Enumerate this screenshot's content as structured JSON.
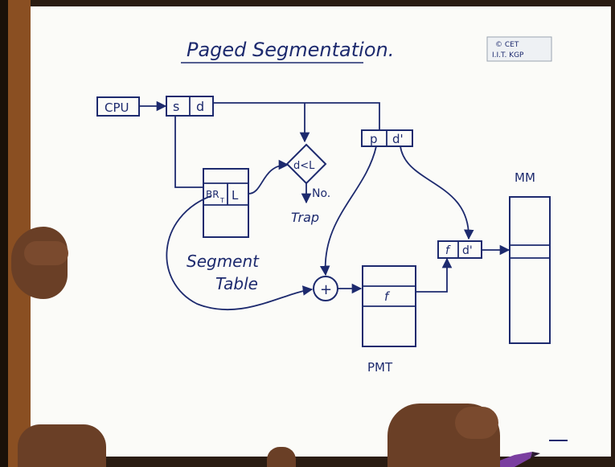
{
  "title": "Paged Segmentation.",
  "badge": {
    "line1": "© CET",
    "line2": "I.I.T. KGP"
  },
  "cpu_label": "CPU",
  "logical_address": {
    "s": "s",
    "d": "d"
  },
  "page_address": {
    "p": "p",
    "d_prime": "d'"
  },
  "comparator": {
    "label": "d<L",
    "no_label": "No.",
    "trap_label": "Trap"
  },
  "segment_table": {
    "label_line1": "Segment",
    "label_line2": "Table",
    "base_cell": "BR",
    "base_sub": "T",
    "limit_cell": "L"
  },
  "adder_symbol": "+",
  "pmt": {
    "label": "PMT",
    "frame_cell": "f"
  },
  "physical_address": {
    "f": "f",
    "d_prime": "d'"
  },
  "mm_label": "MM",
  "colors": {
    "ink": "#1d2a6e",
    "board": "#fbfbf8",
    "wood": "#8a4f22",
    "skin": "#6a3f26",
    "pen": "#7b3fa0"
  }
}
